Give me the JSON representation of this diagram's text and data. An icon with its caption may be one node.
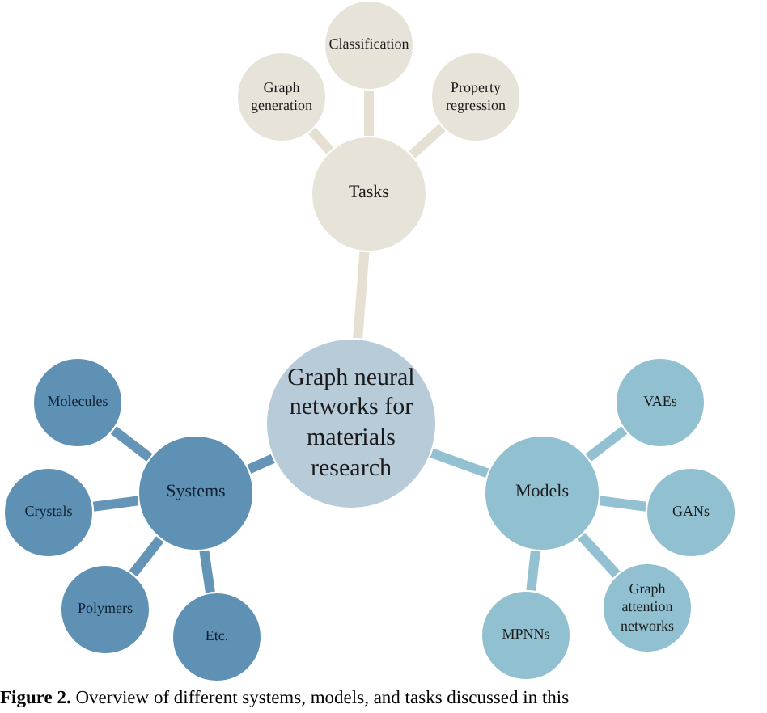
{
  "diagram": {
    "caption": "**Figure 2.** Overview of different systems, models, and tasks discussed in this",
    "nodes": [
      {
        "text": [
          "Graph neural networks for materials research"
        ]
      },
      {
        "text": [
          "Tasks"
        ]
      },
      {
        "text": [
          "Graph generation"
        ]
      },
      {
        "text": [
          "Classification"
        ]
      },
      {
        "text": [
          "Property regression"
        ]
      },
      {
        "text": [
          "Systems"
        ]
      },
      {
        "text": [
          "Molecules"
        ]
      },
      {
        "text": [
          "Crystals"
        ]
      },
      {
        "text": [
          "Polymers"
        ]
      },
      {
        "text": [
          "Etc."
        ]
      },
      {
        "text": [
          "Models"
        ]
      },
      {
        "text": [
          "VAEs"
        ]
      },
      {
        "text": [
          "GANs"
        ]
      },
      {
        "text": [
          "Graph attention networks"
        ]
      },
      {
        "text": [
          "MPNNs"
        ]
      }
    ],
    "edges": [
      {
        "from": 0,
        "to": 1,
        "arrow": "none",
        "color": "#e6e0d3"
      },
      {
        "from": 1,
        "to": 2,
        "arrow": "none",
        "color": "#e6e0d3"
      },
      {
        "from": 1,
        "to": 3,
        "arrow": "none",
        "color": "#e6e0d3"
      },
      {
        "from": 1,
        "to": 4,
        "arrow": "none",
        "color": "#e6e0d3"
      },
      {
        "from": 0,
        "to": 5,
        "arrow": "none",
        "color": "#6595b6"
      },
      {
        "from": 5,
        "to": 6,
        "arrow": "none",
        "color": "#6595b6"
      },
      {
        "from": 5,
        "to": 7,
        "arrow": "none",
        "color": "#6595b6"
      },
      {
        "from": 5,
        "to": 8,
        "arrow": "none",
        "color": "#6595b6"
      },
      {
        "from": 5,
        "to": 9,
        "arrow": "none",
        "color": "#6595b6"
      },
      {
        "from": 0,
        "to": 10,
        "arrow": "none",
        "color": "#93c1d2"
      },
      {
        "from": 10,
        "to": 11,
        "arrow": "none",
        "color": "#93c1d2"
      },
      {
        "from": 10,
        "to": 12,
        "arrow": "none",
        "color": "#93c1d2"
      },
      {
        "from": 10,
        "to": 13,
        "arrow": "none",
        "color": "#93c1d2"
      },
      {
        "from": 10,
        "to": 14,
        "arrow": "none",
        "color": "#93c1d2"
      }
    ]
  }
}
